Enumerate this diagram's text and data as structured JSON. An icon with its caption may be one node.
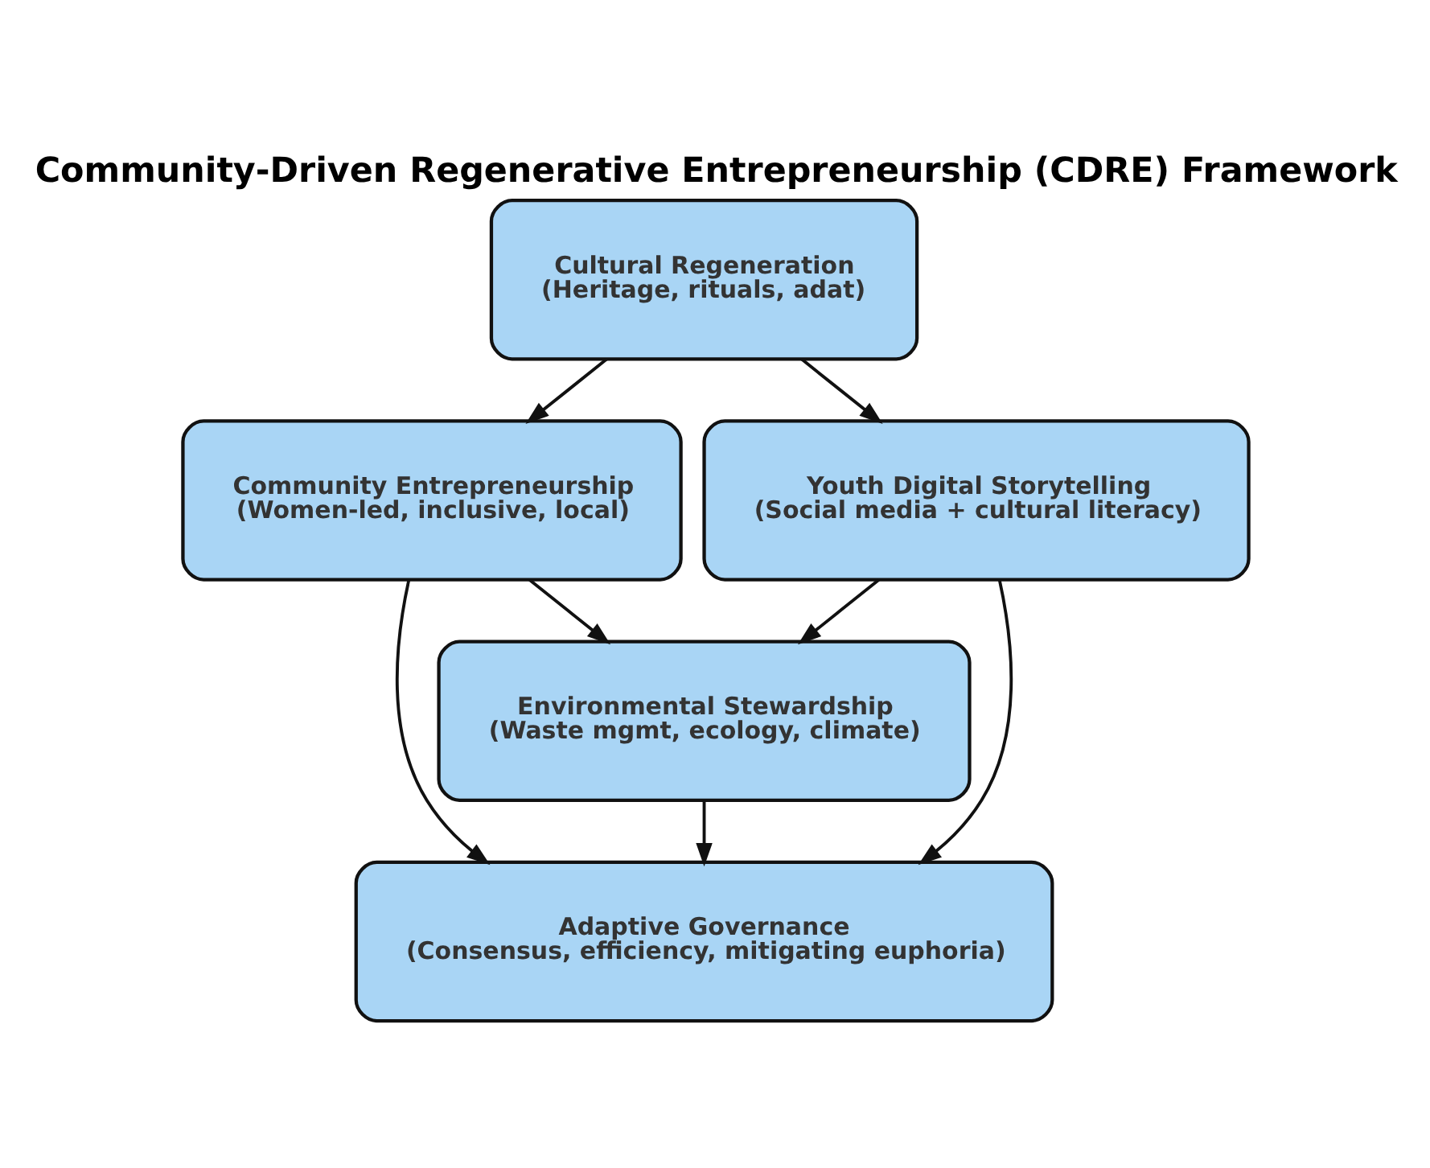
{
  "diagram": {
    "title": "Community-Driven Regenerative Entrepreneurship (CDRE) Framework",
    "nodes": [
      {
        "text": [
          "Cultural Regeneration",
          "(Heritage, rituals, adat)"
        ]
      },
      {
        "text": [
          "Community Entrepreneurship",
          "(Women-led, inclusive, local)"
        ]
      },
      {
        "text": [
          "Youth Digital Storytelling",
          "(Social media + cultural literacy)"
        ]
      },
      {
        "text": [
          "Environmental Stewardship",
          "(Waste mgmt, ecology, climate)"
        ]
      },
      {
        "text": [
          "Adaptive Governance",
          "(Consensus, efficiency, mitigating euphoria)"
        ]
      }
    ],
    "edges": [
      {
        "from": 0,
        "to": 1,
        "arrow": "to"
      },
      {
        "from": 0,
        "to": 2,
        "arrow": "to"
      },
      {
        "from": 1,
        "to": 3,
        "arrow": "to"
      },
      {
        "from": 2,
        "to": 3,
        "arrow": "to"
      },
      {
        "from": 1,
        "to": 4,
        "arrow": "to"
      },
      {
        "from": 2,
        "to": 4,
        "arrow": "to"
      },
      {
        "from": 3,
        "to": 4,
        "arrow": "to"
      }
    ]
  }
}
